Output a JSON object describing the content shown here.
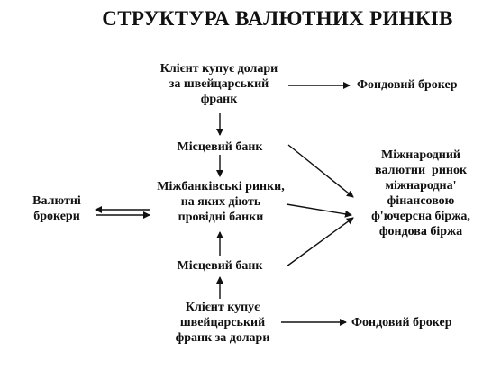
{
  "title": "СТРУКТУРА ВАЛЮТНИХ РИНКІВ",
  "nodes": {
    "client_buys_dollars": "Клієнт купує долари\nза швейцарський\nфранк",
    "stock_broker_top": "Фондовий брокер",
    "local_bank_top": "Місцевий банк",
    "interbank_markets": "Міжбанківські ринки,\nна яких діють\nпровідні банки",
    "currency_brokers": "Валютні\nброкери",
    "international_market": "Міжнародний\nвалютни  ринок\nміжнародна'\nфінансовою\nф'ючерсна біржа,\nфондова біржа",
    "local_bank_bottom": "Місцевий банк",
    "client_buys_francs": "Клієнт купує\nшвейцарський\nфранк за долари",
    "stock_broker_bottom": "Фондовий брокер"
  }
}
